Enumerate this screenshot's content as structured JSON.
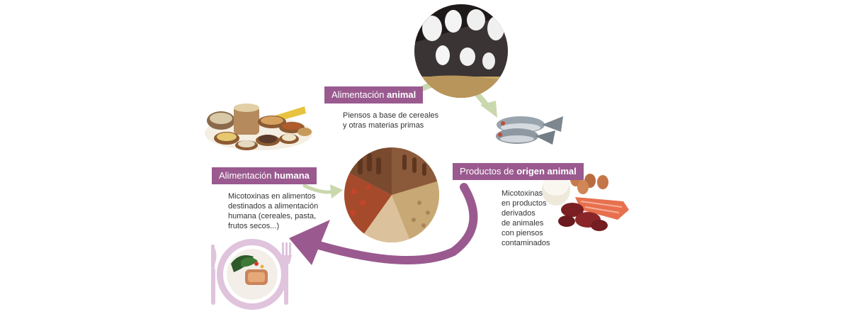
{
  "nodes": {
    "animal_feed": {
      "label_prefix": "Alimentación ",
      "label_bold": "animal",
      "description": [
        "Piensos a base de cereales",
        "y otras materias primas"
      ]
    },
    "human_food": {
      "label_prefix": "Alimentación ",
      "label_bold": "humana",
      "description": [
        "Micotoxinas en alimentos",
        "destinados a alimentación",
        "humana (cereales, pasta,",
        "frutos secos...)"
      ]
    },
    "animal_products": {
      "label_prefix": "Productos de ",
      "label_bold": "origen animal",
      "description": [
        "Micotoxinas",
        "en productos",
        "derivados",
        "de animales",
        "con piensos",
        "contaminados"
      ]
    }
  },
  "icons": {
    "cows": "cows-feeding-icon",
    "fish": "fish-icon",
    "grains": "grains-icon",
    "feed": "feed-pellets-icon",
    "animal_food": "meat-eggs-cheese-icon",
    "plate": "plate-cutlery-icon"
  },
  "colors": {
    "label_bg": "#9a5a8f",
    "arrow_green": "#c9d8ad",
    "arrow_purple": "#9a5a8f",
    "plate_pink": "#e0c3dc"
  }
}
